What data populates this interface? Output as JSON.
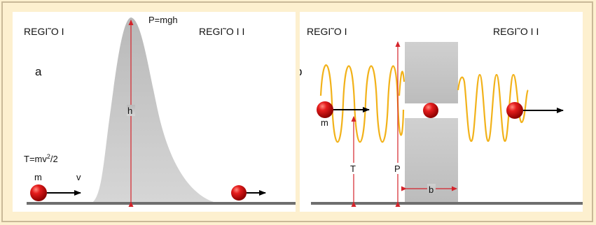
{
  "panel_a": {
    "region_left": "REGI˜O I",
    "region_right": "REGI˜O I I",
    "letter": "a",
    "potential_label": "P=mgh",
    "height_label": "h",
    "kinetic_label_base": "T=mv",
    "kinetic_label_exp": "2",
    "kinetic_label_tail": "/2",
    "mass_label": "m",
    "velocity_label": "v"
  },
  "panel_b": {
    "region_left": "REGI˜O I",
    "region_right": "REGI˜O I I",
    "letter": "b",
    "mass_label": "m",
    "kinetic_label": "T",
    "potential_label": "P",
    "width_label": "b"
  },
  "colors": {
    "background": "#fdf0cf",
    "panel": "#ffffff",
    "barrier": "#c8c8c8",
    "ground": "#6e6e6e",
    "wave": "#f2b21a",
    "ball": "#e01b1b",
    "dimension": "#d4232a"
  }
}
